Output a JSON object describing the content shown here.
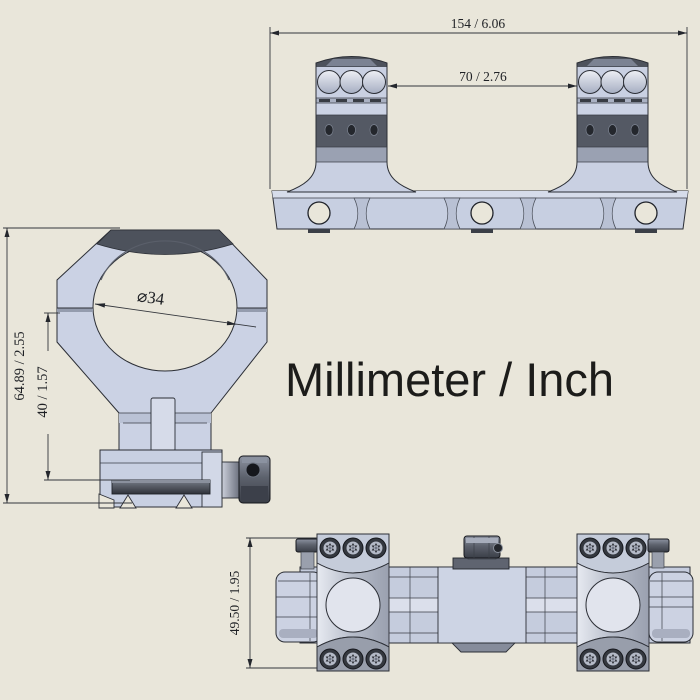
{
  "labels": {
    "units": "Millimeter / Inch"
  },
  "dimensions": {
    "overall_length": "154 / 6.06",
    "ring_spacing": "70 / 2.76",
    "bore_diameter": "⌀34",
    "overall_height": "64.89 / 2.55",
    "center_height": "40 / 1.57",
    "ring_width": "49.50 / 1.95"
  },
  "colors": {
    "background": "#e9e6da",
    "part_light": "#ccd3e6",
    "part_medium": "#a9b0c2",
    "part_dark": "#535863",
    "outline": "#2b2e35",
    "dimension_text": "#1f2125"
  }
}
